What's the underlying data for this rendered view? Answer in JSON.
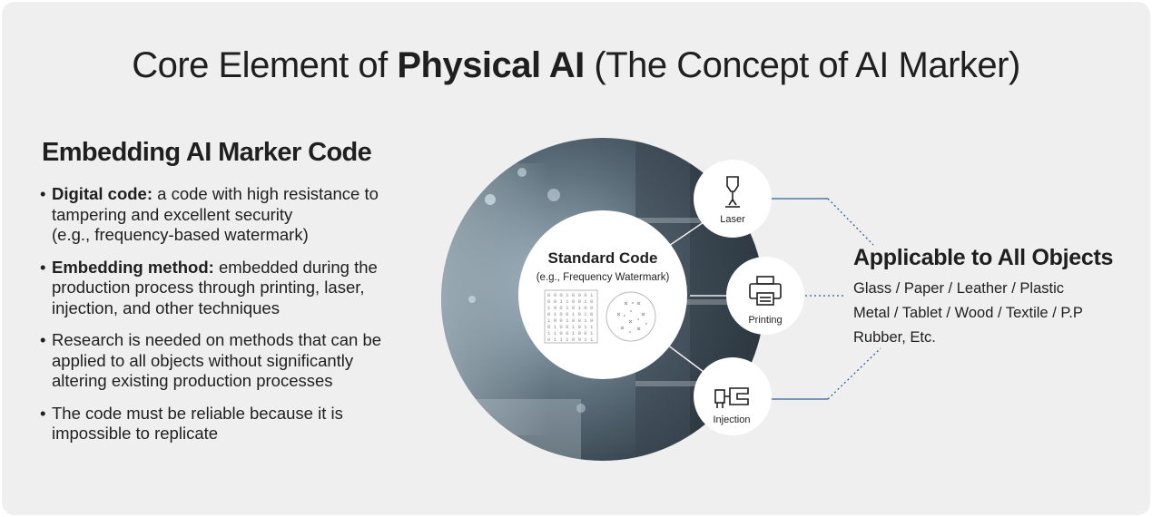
{
  "title": {
    "prefix": "Core Element of ",
    "bold": "Physical AI",
    "suffix": " (The Concept of AI Marker)"
  },
  "left": {
    "heading": "Embedding AI Marker Code",
    "bullets": [
      {
        "bold": "Digital code:",
        "lines": [
          " a code with high resistance to",
          "tampering and excellent security",
          "(e.g., frequency-based watermark)"
        ]
      },
      {
        "bold": "Embedding method:",
        "lines": [
          " embedded during the",
          "production process through printing, laser,",
          "injection, and other techniques"
        ]
      },
      {
        "bold": "",
        "lines": [
          "Research is needed on methods that can be",
          "applied to all objects without significantly",
          "altering existing production processes"
        ]
      },
      {
        "bold": "",
        "lines": [
          "The code must be reliable because it is",
          "impossible to replicate"
        ]
      }
    ]
  },
  "center": {
    "title": "Standard Code",
    "subtitle": "(e.g., Frequency Watermark)",
    "binary_rows": [
      "0 0 0 1 0 0 0 1",
      "0 0 1 1 0 0 1 0",
      "1 0 0 1 0 1 0 0",
      "0 1 0 0 1 0 1 0",
      "1 0 0 1 0 0 1 0",
      "0 1 0 0 1 0 1 1",
      "1 1 0 0 1 0 0 1",
      "0 1 1 1 0 0 1 1"
    ]
  },
  "methods": [
    {
      "label": "Laser",
      "icon": "laser-icon"
    },
    {
      "label": "Printing",
      "icon": "printer-icon"
    },
    {
      "label": "Injection",
      "icon": "injection-icon"
    }
  ],
  "right": {
    "heading": "Applicable to All Objects",
    "lines": [
      "Glass / Paper / Leather / Plastic",
      "Metal / Tablet / Wood / Textile / P.P",
      "Rubber, Etc."
    ]
  },
  "colors": {
    "background": "#efefef",
    "connector": "#2f5fa3",
    "text": "#1f1f1f"
  }
}
